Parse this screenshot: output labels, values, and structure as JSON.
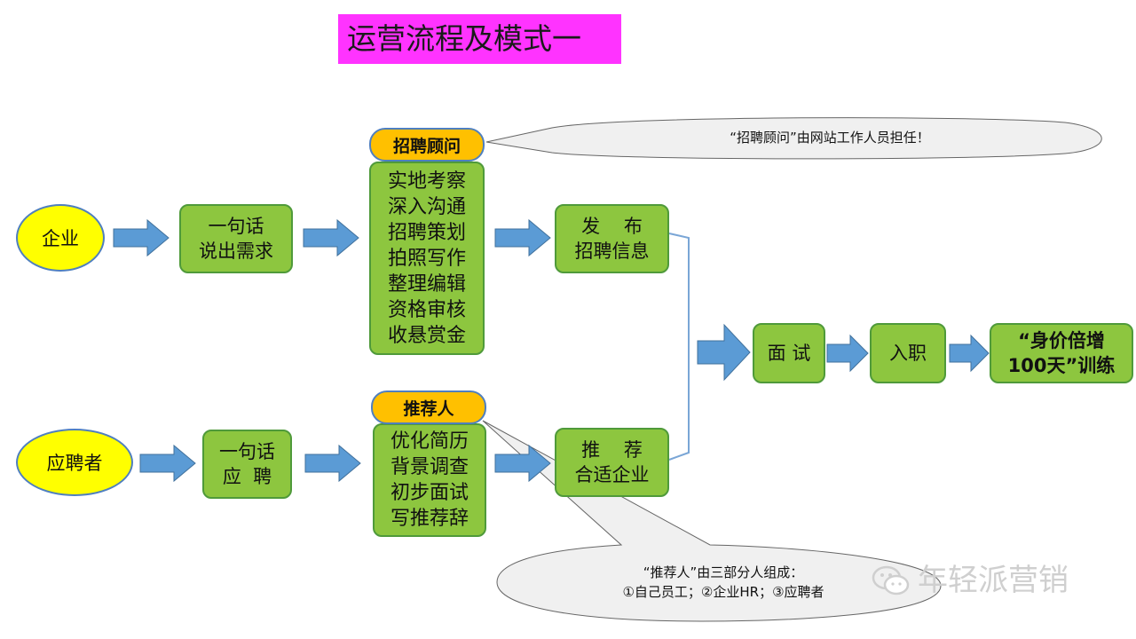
{
  "title": "运营流程及模式一",
  "nodes": {
    "enterprise": "企业",
    "applicant": "应聘者",
    "enterprise_step": [
      "一句话",
      "说出需求"
    ],
    "applicant_step": [
      "一句话",
      "应  聘"
    ],
    "consultant_tag": "招聘顾问",
    "consultant_tasks": [
      "实地考察",
      "深入沟通",
      "招聘策划",
      "拍照写作",
      "整理编辑",
      "资格审核",
      "收悬赏金"
    ],
    "referrer_tag": "推荐人",
    "referrer_tasks": [
      "优化简历",
      "背景调查",
      "初步面试",
      "写推荐辞"
    ],
    "publish": [
      "发    布",
      "招聘信息"
    ],
    "recommend": [
      "推    荐",
      "合适企业"
    ],
    "interview": "面 试",
    "onboard": "入职",
    "training": [
      "“身价倍增",
      "100天”训练"
    ]
  },
  "callouts": {
    "consultant_note": "“招聘顾问”由网站工作人员担任！",
    "referrer_note_line1": "“推荐人”由三部分人组成：",
    "referrer_note_line2": "①自己员工；②企业HR；③应聘者"
  },
  "watermark": "年轻派营销",
  "colors": {
    "title_bg": "#ff33ff",
    "oval_fill": "#ffff00",
    "box_fill": "#8dc63f",
    "tag_fill": "#ffc000",
    "arrow": "#5b9bd5",
    "callout_fill": "#f0f0f0"
  }
}
